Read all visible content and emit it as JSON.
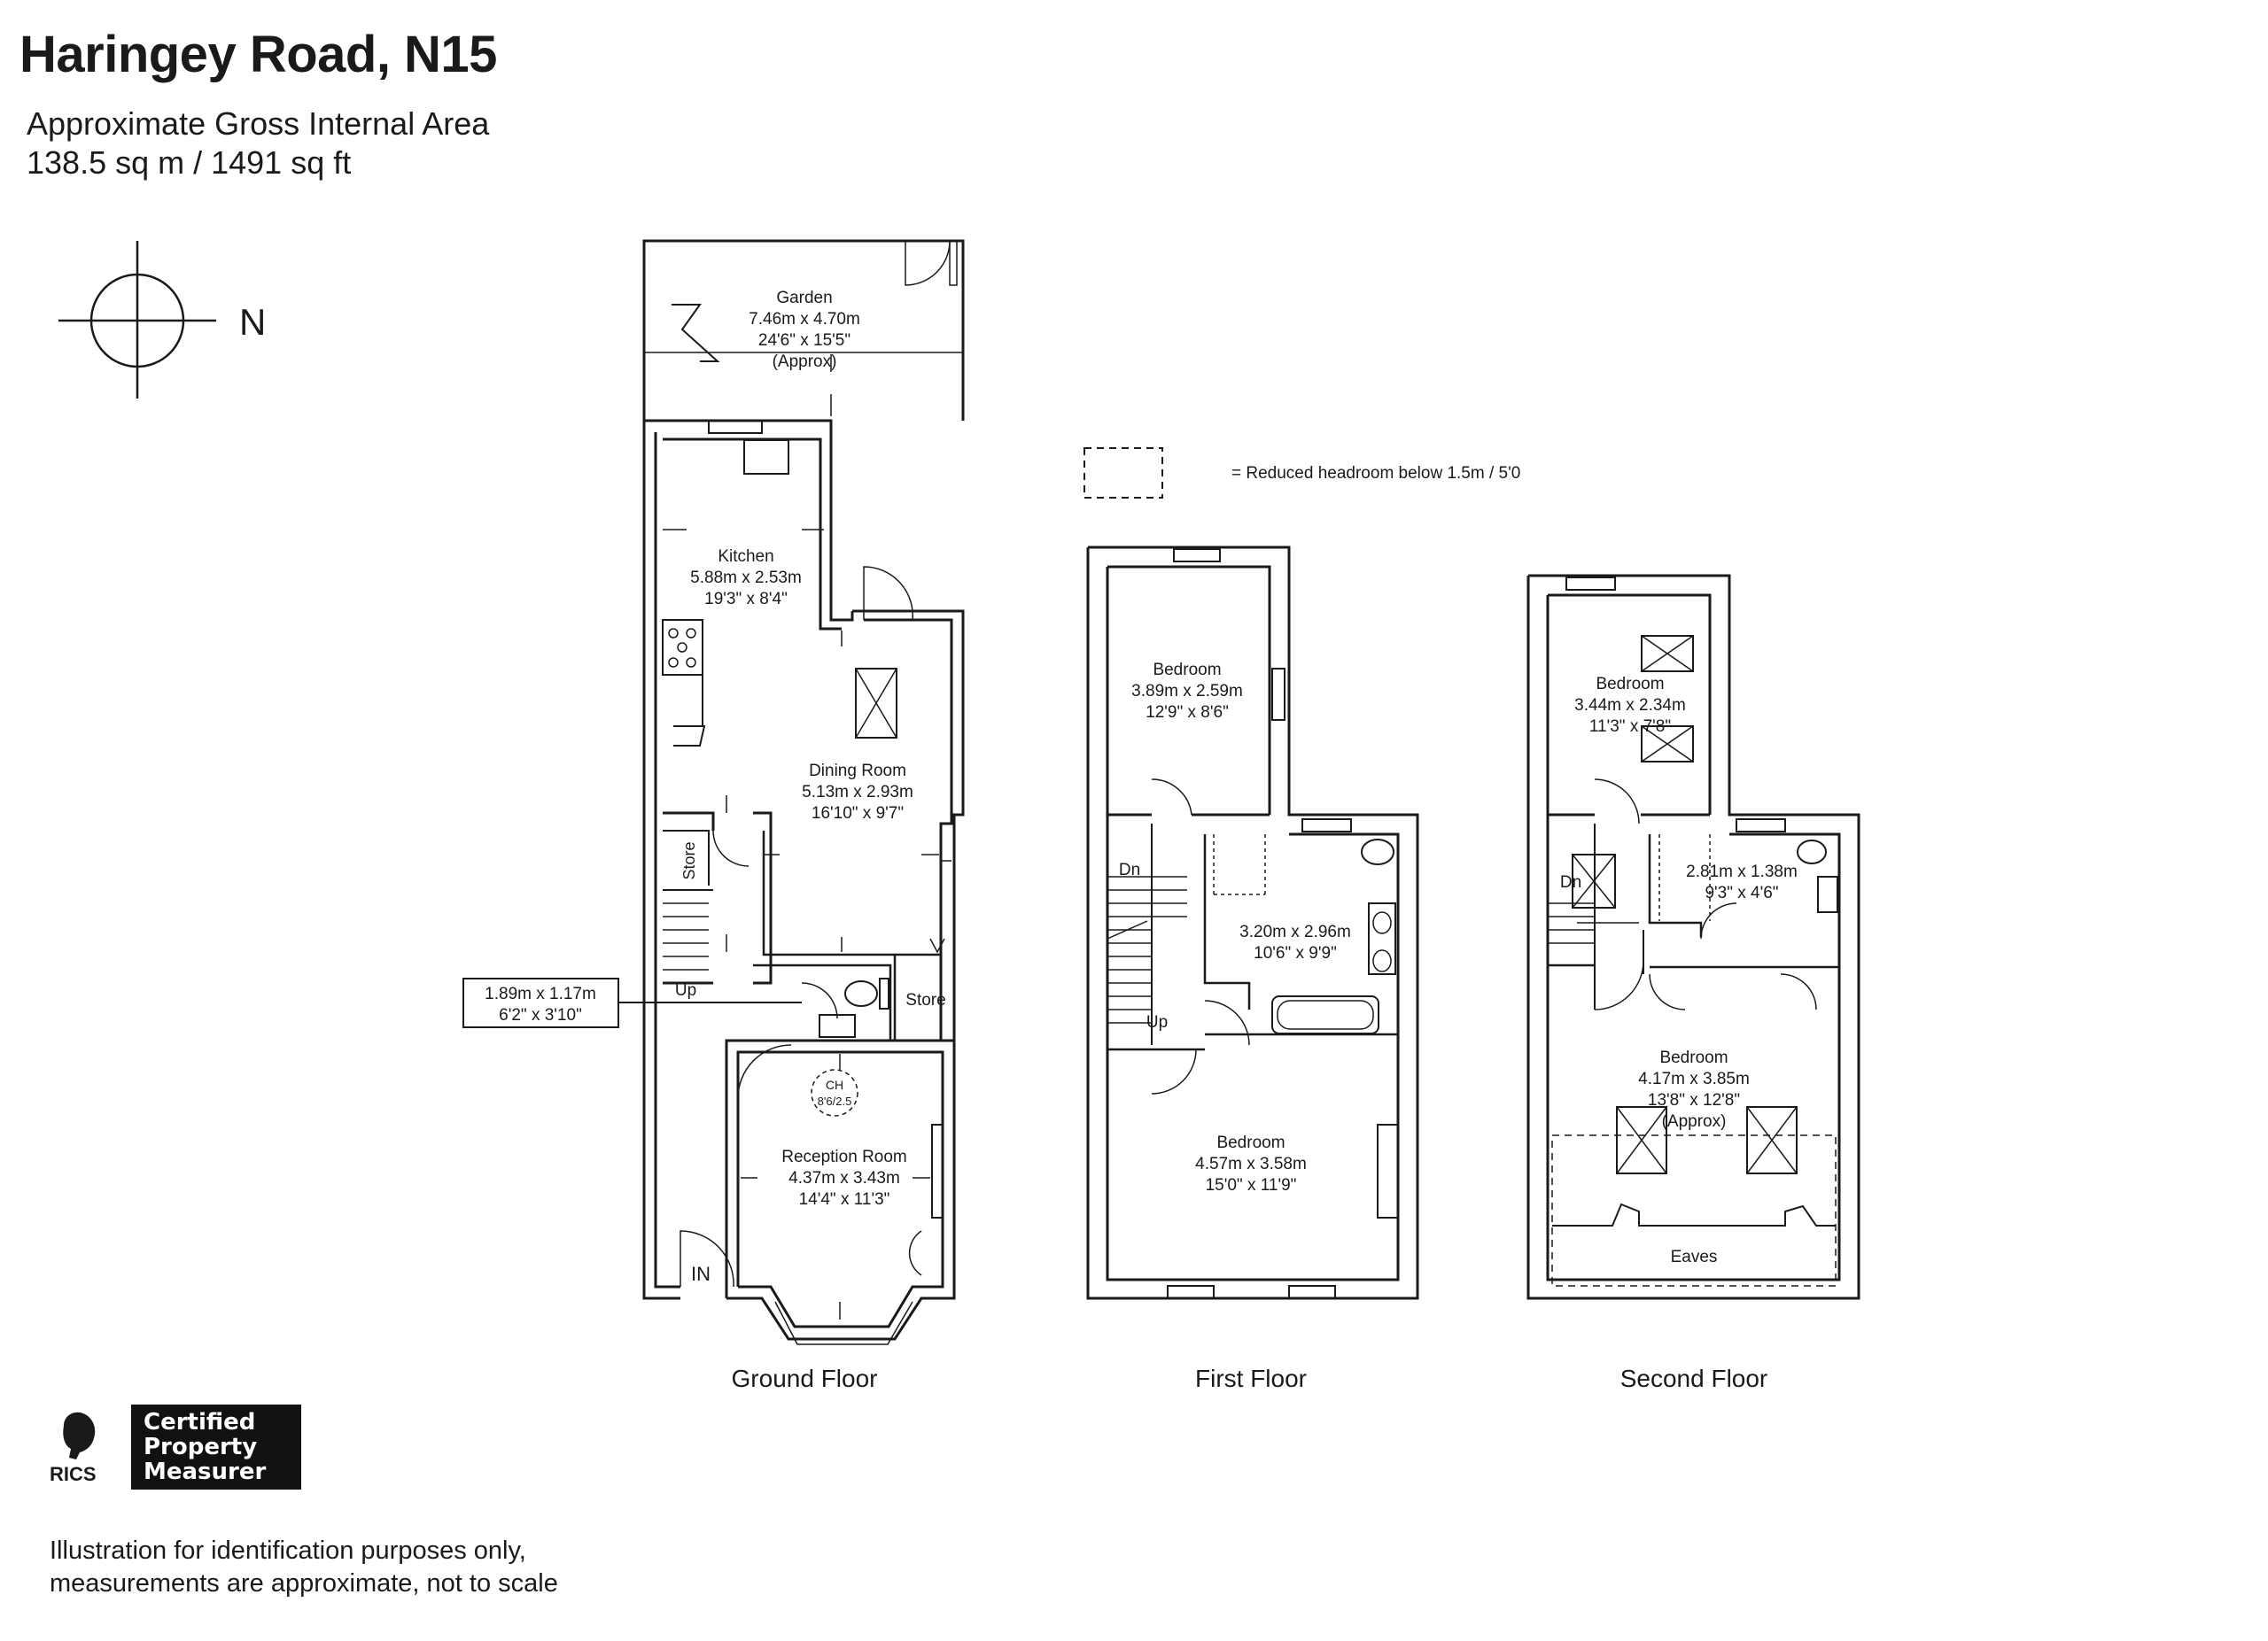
{
  "header": {
    "title": "Haringey Road, N15",
    "area_label": "Approximate Gross Internal Area",
    "area_value": "138.5 sq m / 1491 sq ft"
  },
  "compass": {
    "label": "N"
  },
  "legend": {
    "reduced_headroom": "= Reduced headroom below 1.5m / 5'0"
  },
  "floors": {
    "ground": {
      "label": "Ground Floor",
      "garden": {
        "name": "Garden",
        "metric": "7.46m x 4.70m",
        "imperial": "24'6\" x 15'5\"",
        "note": "(Approx)"
      },
      "kitchen": {
        "name": "Kitchen",
        "metric": "5.88m x 2.53m",
        "imperial": "19'3\" x 8'4\""
      },
      "dining": {
        "name": "Dining Room",
        "metric": "5.13m x 2.93m",
        "imperial": "16'10\" x 9'7\""
      },
      "reception": {
        "name": "Reception Room",
        "metric": "4.37m x 3.43m",
        "imperial": "14'4\" x 11'3\""
      },
      "cloakroom": {
        "metric": "1.89m x 1.17m",
        "imperial": "6'2\" x 3'10\""
      },
      "store_stairs": "Store",
      "store_rear": "Store",
      "up": "Up",
      "entrance": "IN",
      "ch": "CH",
      "ch_height": "8'6/2.5"
    },
    "first": {
      "label": "First Floor",
      "bedroom_rear": {
        "name": "Bedroom",
        "metric": "3.89m x 2.59m",
        "imperial": "12'9\" x 8'6\""
      },
      "bathroom": {
        "metric": "3.20m x 2.96m",
        "imperial": "10'6\" x 9'9\""
      },
      "bedroom_front": {
        "name": "Bedroom",
        "metric": "4.57m x 3.58m",
        "imperial": "15'0\" x 11'9\""
      },
      "down": "Dn",
      "up": "Up"
    },
    "second": {
      "label": "Second Floor",
      "bedroom_rear": {
        "name": "Bedroom",
        "metric": "3.44m x 2.34m",
        "imperial": "11'3\" x 7'8\""
      },
      "shower": {
        "metric": "2.81m x 1.38m",
        "imperial": "9'3\" x 4'6\""
      },
      "bedroom_front": {
        "name": "Bedroom",
        "metric": "4.17m x 3.85m",
        "imperial": "13'8\" x 12'8\"",
        "note": "(Approx)"
      },
      "eaves": "Eaves",
      "down": "Dn"
    }
  },
  "badge": {
    "rics": "RICS",
    "line1": "Certified",
    "line2": "Property",
    "line3": "Measurer"
  },
  "disclaimer": {
    "line1": "Illustration for identification purposes only,",
    "line2": "measurements are approximate, not to scale"
  }
}
